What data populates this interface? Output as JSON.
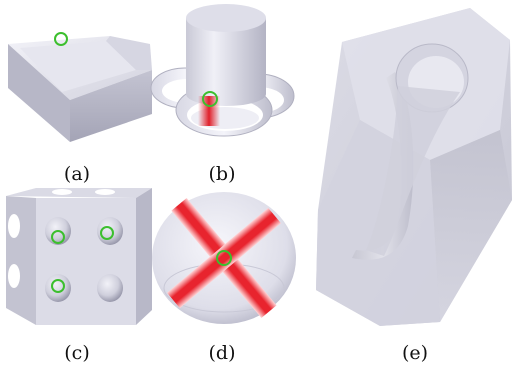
{
  "captions": {
    "a": "(a)",
    "b": "(b)",
    "c": "(c)",
    "d": "(d)",
    "e": "(e)"
  },
  "colors": {
    "surface_light": "#e4e4ee",
    "surface_mid": "#c8c8d6",
    "surface_dark": "#a9a9b9",
    "highlight_red": "#e0202a",
    "marker_green": "#3cbf2e",
    "background": "#ffffff"
  },
  "panels": [
    {
      "id": "a",
      "subject": "open tray shape with marked inner corner"
    },
    {
      "id": "b",
      "subject": "cylinder on three rings with red junction"
    },
    {
      "id": "c",
      "subject": "cube with spherical holes"
    },
    {
      "id": "d",
      "subject": "disc with red cross grooves"
    },
    {
      "id": "e",
      "subject": "translucent prism with inner tube"
    }
  ]
}
